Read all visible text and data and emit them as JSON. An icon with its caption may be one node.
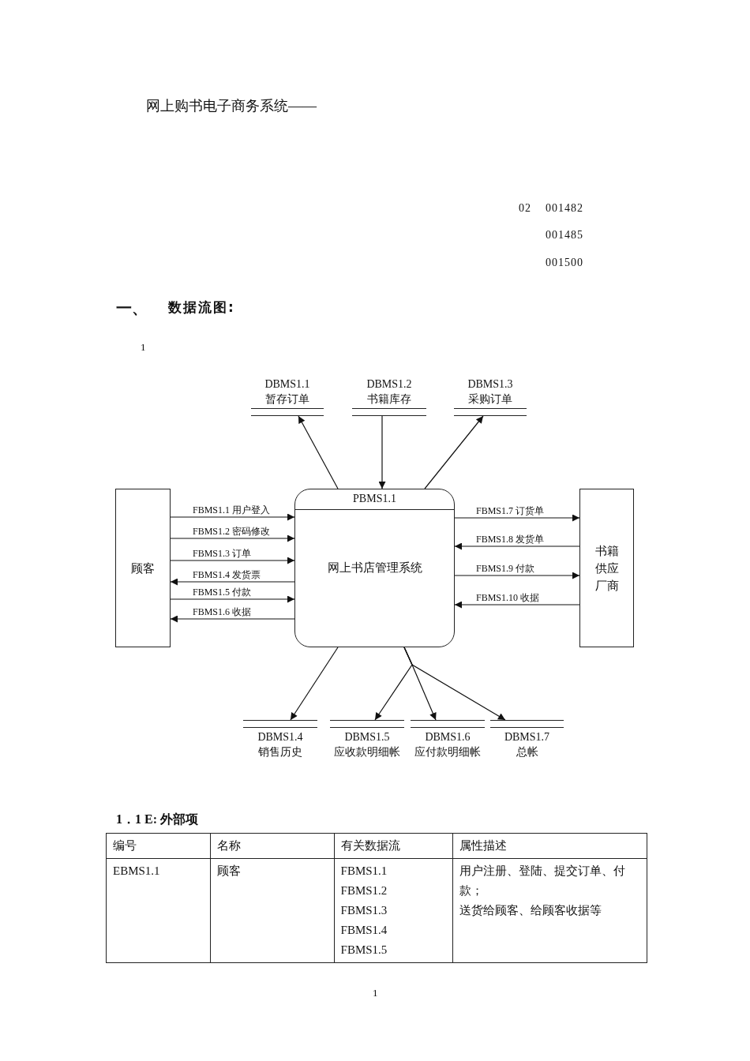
{
  "diagram": {
    "nodes": [
      {
        "text": [
          "顾客"
        ]
      },
      {
        "text": [
          "PBMS1.1",
          "网上书店管理系统"
        ]
      },
      {
        "text": [
          "书籍供应厂商"
        ]
      },
      {
        "text": [
          "DBMS1.1",
          "暂存订单"
        ]
      },
      {
        "text": [
          "DBMS1.2",
          "书籍库存"
        ]
      },
      {
        "text": [
          "DBMS1.3",
          "采购订单"
        ]
      },
      {
        "text": [
          "DBMS1.4",
          "销售历史"
        ]
      },
      {
        "text": [
          "DBMS1.5",
          "应收款明细帐"
        ]
      },
      {
        "text": [
          "DBMS1.6",
          "应付款明细帐"
        ]
      },
      {
        "text": [
          "DBMS1.7",
          "总帐"
        ]
      }
    ],
    "edges": [
      {
        "from": 0,
        "to": 1,
        "arrow": "to",
        "label": "FBMS1.1 用户登入"
      },
      {
        "from": 0,
        "to": 1,
        "arrow": "to",
        "label": "FBMS1.2 密码修改"
      },
      {
        "from": 0,
        "to": 1,
        "arrow": "to",
        "label": "FBMS1.3 订单"
      },
      {
        "from": 1,
        "to": 0,
        "arrow": "to",
        "label": "FBMS1.4 发货票"
      },
      {
        "from": 0,
        "to": 1,
        "arrow": "to",
        "label": "FBMS1.5 付款"
      },
      {
        "from": 1,
        "to": 0,
        "arrow": "to",
        "label": "FBMS1.6 收据"
      },
      {
        "from": 1,
        "to": 2,
        "arrow": "to",
        "label": "FBMS1.7 订货单"
      },
      {
        "from": 2,
        "to": 1,
        "arrow": "to",
        "label": "FBMS1.8 发货单"
      },
      {
        "from": 1,
        "to": 2,
        "arrow": "to",
        "label": "FBMS1.9 付款"
      },
      {
        "from": 2,
        "to": 1,
        "arrow": "to",
        "label": "FBMS1.10 收据"
      },
      {
        "from": 1,
        "to": 3,
        "arrow": "to"
      },
      {
        "from": 4,
        "to": 1,
        "arrow": "to"
      },
      {
        "from": 1,
        "to": 5,
        "arrow": "to"
      },
      {
        "from": 1,
        "to": 6,
        "arrow": "to"
      },
      {
        "from": 1,
        "to": 7,
        "arrow": "to"
      },
      {
        "from": 1,
        "to": 8,
        "arrow": "to"
      },
      {
        "from": 1,
        "to": 9,
        "arrow": "to"
      }
    ],
    "labels": [
      "网上购书电子商务系统——",
      "02",
      "001482",
      "001485",
      "001500",
      "一、",
      "数据流图:",
      "1",
      "1．1 E: 外部项",
      "编号",
      "名称",
      "有关数据流",
      "属性描述",
      "EBMS1.1",
      "顾客",
      "FBMS1.1",
      "FBMS1.2",
      "FBMS1.3",
      "FBMS1.4",
      "FBMS1.5",
      "用户注册、登陆、提交订单、付款；",
      "送货给顾客、给顾客收据等",
      "1"
    ]
  }
}
